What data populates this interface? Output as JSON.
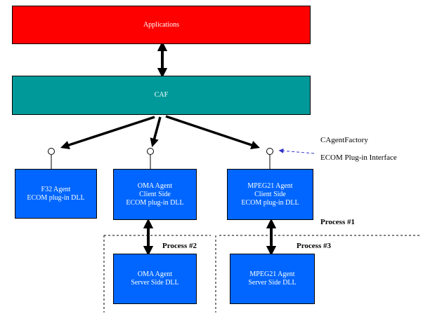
{
  "boxes": {
    "applications": "Applications",
    "caf": "CAF",
    "f32": [
      "F32 Agent",
      "ECOM plug-in DLL"
    ],
    "oma_client": [
      "OMA Agent",
      "Client Side",
      "ECOM plug-in DLL"
    ],
    "mpeg_client": [
      "MPEG21 Agent",
      "Client Side",
      "ECOM plug-in DLL"
    ],
    "oma_server": [
      "OMA Agent",
      "Server Side DLL"
    ],
    "mpeg_server": [
      "MPEG21 Agent",
      "Server Side DLL"
    ]
  },
  "labels": {
    "cagentfactory": "CAgentFactory",
    "ecom_interface": "ECOM  Plug-in Interface",
    "process1": "Process #1",
    "process2": "Process #2",
    "process3": "Process #3"
  },
  "colors": {
    "applications": "#ff0000",
    "caf": "#009999",
    "agent": "#0066ff",
    "dashed_arrow": "#3333cc"
  }
}
